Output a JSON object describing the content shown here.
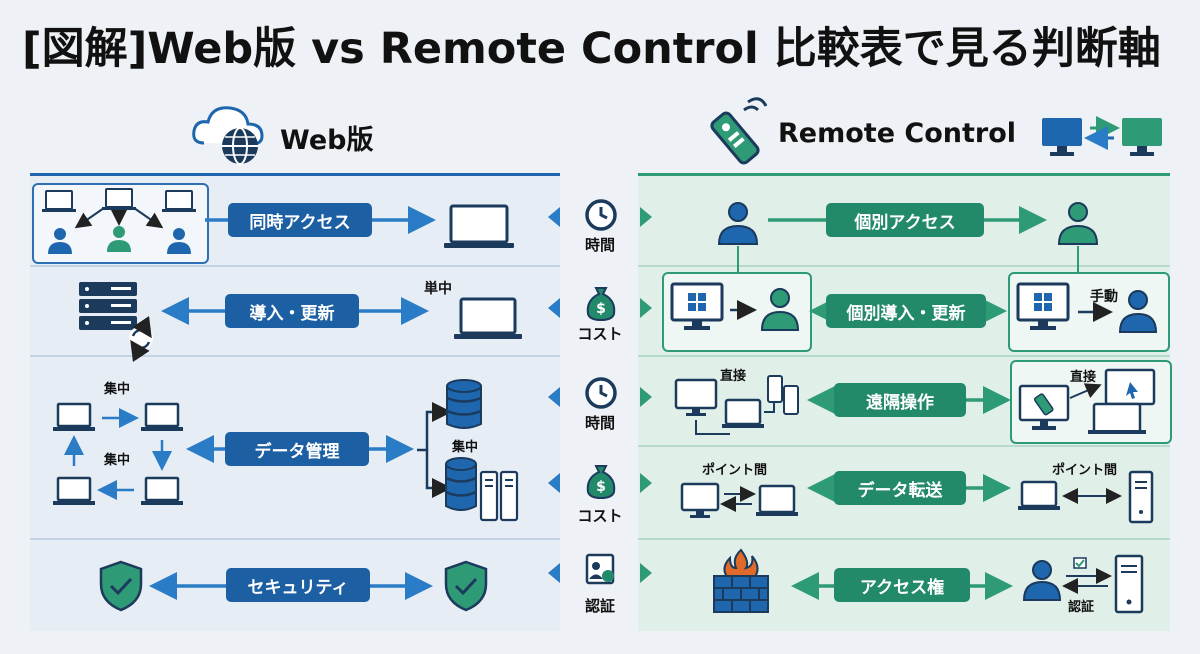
{
  "title": "[図解]Web版 vs Remote Control 比較表で見る判断軸",
  "columns": {
    "left": {
      "label": "Web版",
      "icon": "cloud-globe-icon"
    },
    "right": {
      "label": "Remote Control",
      "icon": "remote-control-icon"
    }
  },
  "colors": {
    "blue": "#1c5fa3",
    "green": "#23896b",
    "navy": "#1b3a5c"
  },
  "criteria": [
    {
      "label": "時間",
      "icon": "clock-icon"
    },
    {
      "label": "コスト",
      "icon": "money-bag-icon"
    },
    {
      "label": "時間",
      "icon": "clock-icon"
    },
    {
      "label": "コスト",
      "icon": "money-bag-icon"
    },
    {
      "label": "認証",
      "icon": "certificate-icon"
    }
  ],
  "left_rows": {
    "access": "同時アクセス",
    "install": "導入・更新",
    "install_note": "単中",
    "data": "データ管理",
    "data_note_top": "集中",
    "data_note_bottom": "集中",
    "data_note_db": "集中",
    "security": "セキュリティ"
  },
  "right_rows": {
    "access": "個別アクセス",
    "install": "個別導入・更新",
    "install_note": "手動",
    "remote": "遠隔操作",
    "remote_note_left": "直接",
    "remote_note_right": "直接",
    "transfer": "データ転送",
    "transfer_note_left": "ポイント間",
    "transfer_note_right": "ポイント間",
    "permission": "アクセス権",
    "permission_note": "認証"
  }
}
